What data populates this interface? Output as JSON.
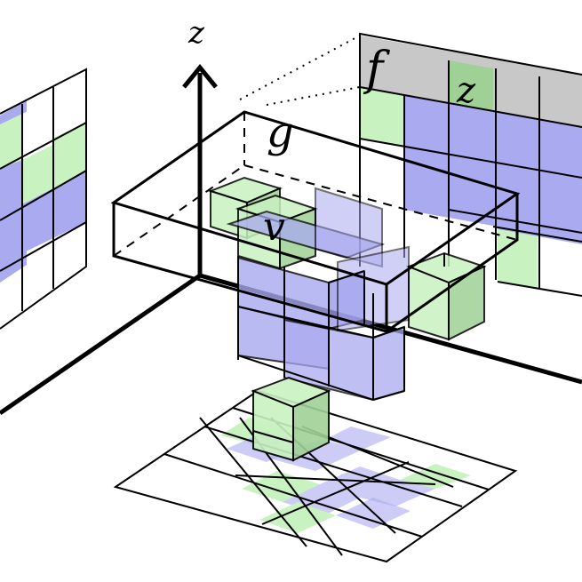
{
  "labels": {
    "axis_z": "z",
    "f": "f",
    "z_cell": "z",
    "g": "g",
    "v": "v"
  },
  "colors": {
    "blue": "#aaaaf0",
    "blue_dark": "#9a9aea",
    "green": "#c9f2c1",
    "green_dark": "#9fd196",
    "gray": "#c8c8c8",
    "ink": "#000000"
  }
}
